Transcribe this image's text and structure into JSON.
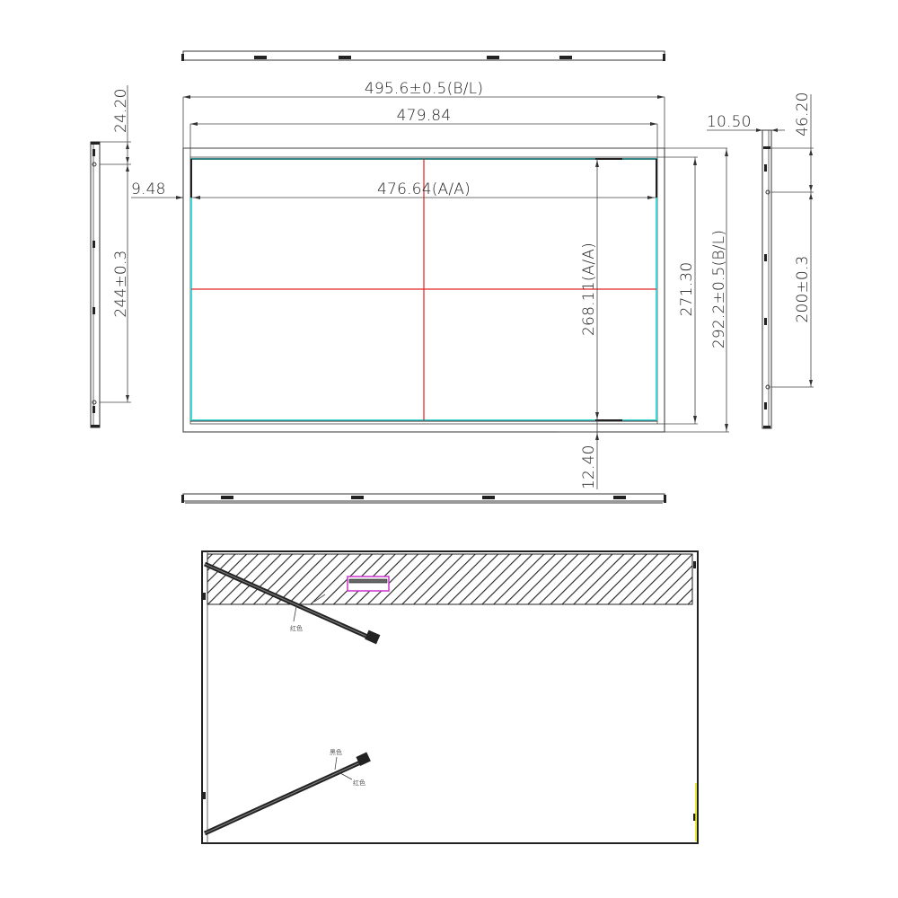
{
  "drawing": {
    "title": "LCD panel outline drawing",
    "colors": {
      "line": "#333333",
      "active_area": "#3fd6d6",
      "center_lines": "#e02020",
      "highlight_box": "#cc33cc",
      "edge_marker": "#e6e600",
      "hatch": "#222222"
    },
    "dimensions": {
      "bezel_width": "495.6±0.5(B/L)",
      "outline_width": "479.84",
      "active_width": "476.64(A/A)",
      "left_offset": "9.48",
      "active_height": "268.11(A/A)",
      "outline_height": "271.30",
      "bezel_height": "292.2±0.5(B/L)",
      "bottom_offset": "12.40",
      "left_side_top_offset": "24.20",
      "left_side_hole_pitch": "244±0.3",
      "right_side_thickness": "10.50",
      "right_side_top_offset": "46.20",
      "right_side_hole_pitch": "200±0.3"
    },
    "rear_view": {
      "cable_top_label": "红色",
      "cable_bottom_label_black": "黑色",
      "cable_bottom_label_red": "红色"
    }
  }
}
